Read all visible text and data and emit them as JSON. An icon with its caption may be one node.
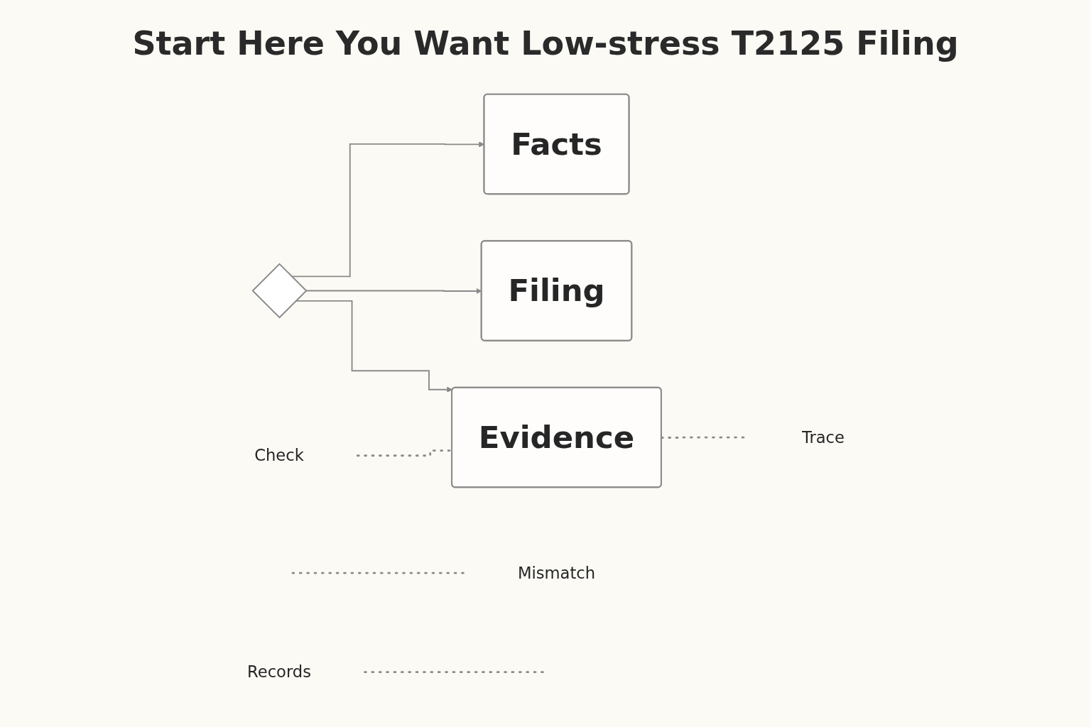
{
  "diagram": {
    "title": "Start Here You Want Low-stress T2125 Filing",
    "nodes": [
      {
        "text": [
          "Facts"
        ]
      },
      {
        "text": [
          "Filing"
        ]
      },
      {
        "text": [],
        "shape": "diamond"
      },
      {
        "text": [
          "Evidence"
        ]
      },
      {
        "text": [
          "Records"
        ]
      },
      {
        "text": [
          "Mismatch"
        ]
      },
      {
        "text": [
          "Check"
        ]
      },
      {
        "text": [
          "Trace"
        ]
      }
    ],
    "edges": [
      {
        "from": 2,
        "to": 0,
        "arrow": "to"
      },
      {
        "from": 2,
        "to": 1,
        "arrow": "to"
      },
      {
        "from": 2,
        "to": 3,
        "arrow": "to"
      },
      {
        "from": 4,
        "to": null,
        "arrow": "none",
        "style": "dashed"
      },
      {
        "from": null,
        "to": 5,
        "arrow": "none",
        "style": "dashed"
      },
      {
        "from": 6,
        "to": 3,
        "arrow": "none",
        "style": "dashed"
      },
      {
        "from": 3,
        "to": 7,
        "arrow": "none",
        "style": "dashed"
      }
    ]
  }
}
